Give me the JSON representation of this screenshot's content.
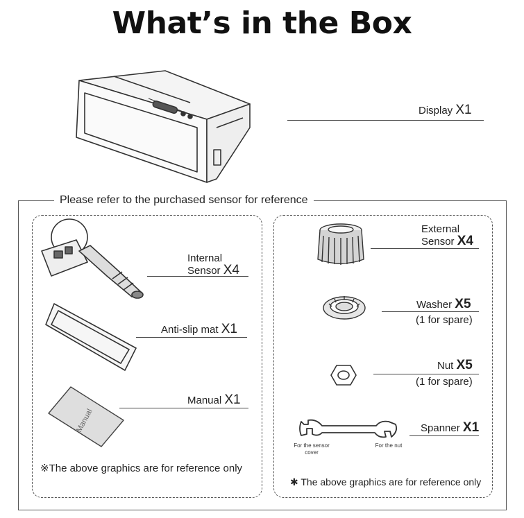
{
  "title": "What’s in the Box",
  "display": {
    "name": "Display",
    "qty": "X1"
  },
  "frame_caption": "Please refer to the purchased sensor for reference",
  "left": {
    "internal_sensor": {
      "line1": "Internal",
      "line2": "Sensor",
      "qty": "X4"
    },
    "anti_slip_mat": {
      "name": "Anti-slip mat",
      "qty": "X1"
    },
    "manual": {
      "name": "Manual",
      "qty": "X1",
      "cover_text": "Manual"
    },
    "note": "※The above graphics are for reference only"
  },
  "right": {
    "external_sensor": {
      "line1": "External",
      "line2": "Sensor",
      "qty": "X4"
    },
    "washer": {
      "name": "Washer",
      "qty": "X5",
      "sub": "(1 for spare)"
    },
    "nut": {
      "name": "Nut",
      "qty": "X5",
      "sub": "(1 for spare)"
    },
    "spanner": {
      "name": "Spanner",
      "qty": "X1",
      "left_caption": "For the sensor cover",
      "right_caption": "For the nut"
    },
    "note": "✱ The above graphics are for reference only"
  }
}
